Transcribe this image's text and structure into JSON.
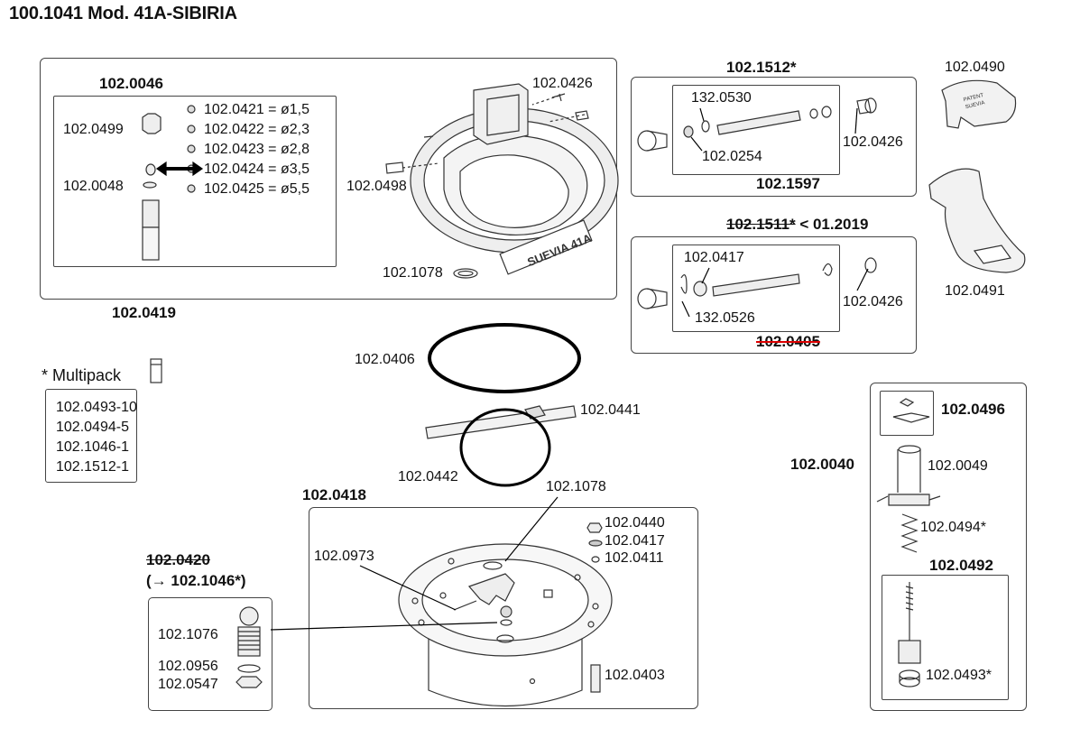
{
  "title": "100.1041 Mod. 41A-SIBIRIA",
  "bowl_group": {
    "inner_title": "102.0046",
    "outer_label": "102.0419",
    "valve_labels": [
      "102.0499",
      "102.0048"
    ],
    "nozzles": [
      "102.0421 = ø1,5",
      "102.0422 = ø2,3",
      "102.0423 = ø2,8",
      "102.0424 = ø3,5",
      "102.0425 = ø5,5"
    ],
    "screw_top": "102.0426",
    "screw_left": "102.0498",
    "washer": "102.1078",
    "embossed": "SUEVIA 41A"
  },
  "paddle_new": {
    "title": "102.1512*",
    "bottom": "102.1597",
    "labels": [
      "132.0530",
      "102.0254",
      "102.0426"
    ]
  },
  "paddle_old": {
    "title_old": "102.1511*",
    "title_suffix": " < 01.2019",
    "bottom": "102.0405",
    "labels": [
      "102.0417",
      "132.0526",
      "102.0426"
    ]
  },
  "covers": {
    "top_label": "102.0490",
    "top_text": [
      "PATENT",
      "SUEVIA"
    ],
    "bottom_label": "102.0491"
  },
  "multipack": {
    "heading": "* Multipack",
    "items": [
      "102.0493-10",
      "102.0494-5",
      "102.1046-1",
      "102.1512-1"
    ]
  },
  "rings": {
    "oring": "102.0406",
    "rail": "102.0441",
    "clamp": "102.0442"
  },
  "housing": {
    "title": "102.0418",
    "labels": [
      "102.1078",
      "102.0973",
      "102.0440",
      "102.0417",
      "102.0411",
      "102.0403"
    ]
  },
  "heater": {
    "title_old": "102.0420",
    "title_new": "(→ 102.1046*)",
    "labels": [
      "102.1076",
      "102.0956",
      "102.0547"
    ]
  },
  "valve": {
    "head": "102.0496",
    "assembly": "102.0040",
    "labels": [
      "102.0049",
      "102.0494*"
    ],
    "lower_title": "102.0492",
    "lower_label": "102.0493*"
  }
}
